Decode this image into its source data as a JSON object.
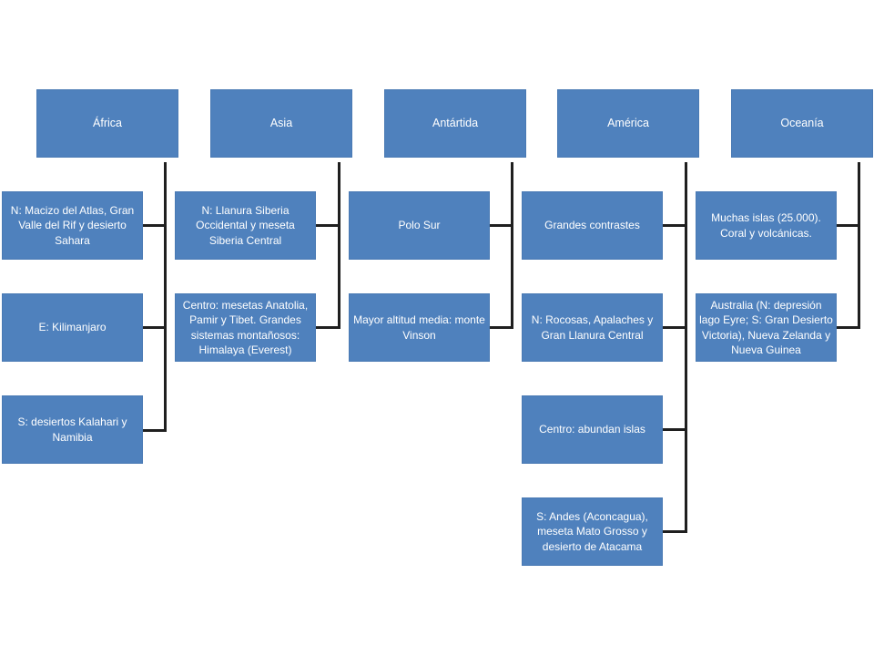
{
  "continents": [
    {
      "name": "África",
      "items": [
        "N: Macizo del Atlas, Gran Valle del Rif y desierto Sahara",
        "E: Kilimanjaro",
        "S: desiertos Kalahari y Namibia"
      ]
    },
    {
      "name": "Asia",
      "items": [
        "N: Llanura Siberia Occidental y meseta Siberia Central",
        "Centro: mesetas Anatolia, Pamir y Tibet. Grandes sistemas montañosos: Himalaya (Everest)"
      ]
    },
    {
      "name": "Antártida",
      "items": [
        "Polo Sur",
        "Mayor altitud media: monte Vinson"
      ]
    },
    {
      "name": "América",
      "items": [
        "Grandes contrastes",
        "N: Rocosas, Apalaches y Gran Llanura Central",
        "Centro: abundan islas",
        "S: Andes (Aconcagua), meseta Mato Grosso y desierto de Atacama"
      ]
    },
    {
      "name": "Oceanía",
      "items": [
        "Muchas islas (25.000). Coral y volcánicas.",
        "Australia (N: depresión lago Eyre; S: Gran Desierto Victoria), Nueva Zelanda y Nueva Guinea"
      ]
    }
  ],
  "colors": {
    "box_fill": "#4f81bd",
    "box_text": "#ffffff",
    "connector": "#1f1f1f",
    "background": "#ffffff"
  }
}
